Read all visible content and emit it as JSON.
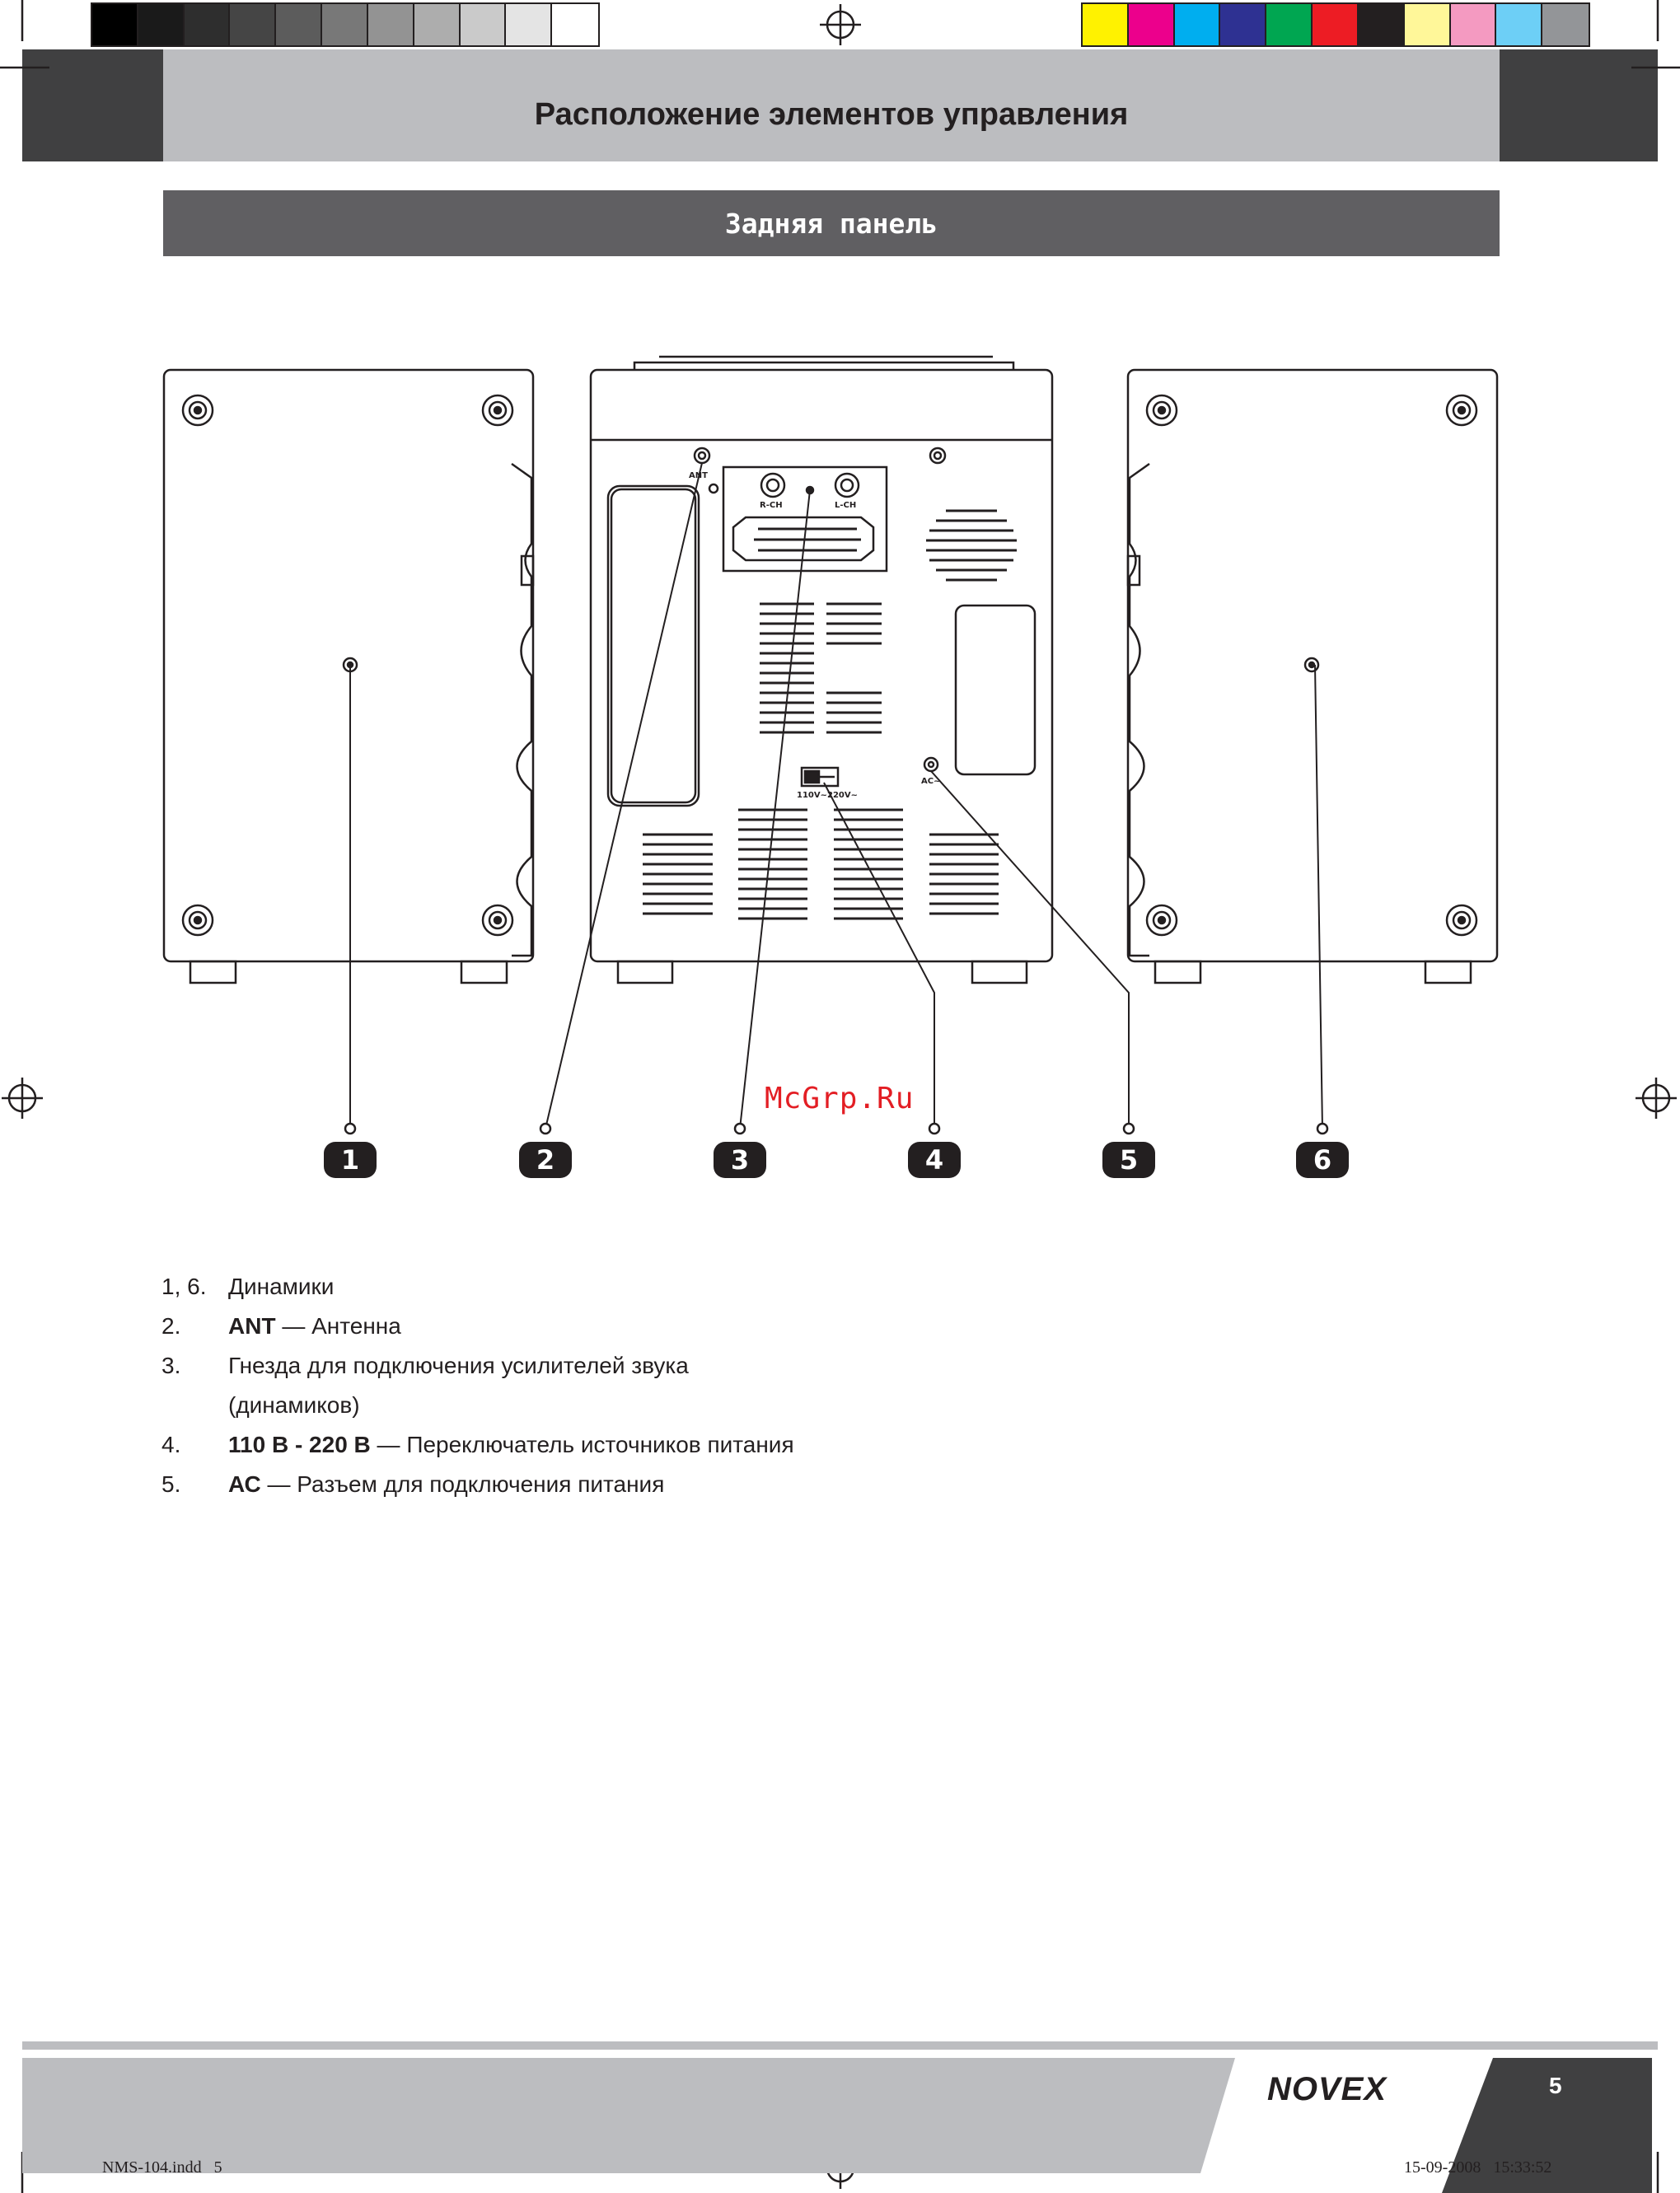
{
  "print_marks": {
    "gray_swatches": [
      "#000000",
      "#1a1a1a",
      "#2e2e2e",
      "#454545",
      "#5c5c5c",
      "#787878",
      "#939393",
      "#adadad",
      "#cacaca",
      "#e4e4e4",
      "#ffffff"
    ],
    "color_swatches": [
      "#fff200",
      "#ec008c",
      "#00aeef",
      "#2e3192",
      "#00a651",
      "#ed1c24",
      "#231f20",
      "#fff799",
      "#f49ac1",
      "#6dcff6",
      "#939598"
    ]
  },
  "header": {
    "title": "Расположение элементов управления"
  },
  "section": {
    "title": "Задняя панель"
  },
  "diagram": {
    "labels": {
      "ant": "ANT",
      "r_ch": "R-CH",
      "l_ch": "L-CH",
      "voltage": "110V~220V~",
      "ac": "AC~"
    },
    "callouts": [
      "1",
      "2",
      "3",
      "4",
      "5",
      "6"
    ]
  },
  "watermark": "McGrp.Ru",
  "legend": [
    {
      "num": "1, 6.",
      "key": "",
      "text": "Динамики"
    },
    {
      "num": "2.",
      "key": "ANT",
      "text": " — Антенна"
    },
    {
      "num": "3.",
      "key": "",
      "text": "Гнезда для подключения усилителей звука"
    },
    {
      "num": "",
      "key": "",
      "text": "(динамиков)"
    },
    {
      "num": "4.",
      "key": "110 В - 220 В",
      "text": " — Переключатель источников питания"
    },
    {
      "num": "5.",
      "key": "АС",
      "text": " — Разъем для подключения питания"
    }
  ],
  "footer": {
    "brand": "NOVEX",
    "page_number": "5",
    "slug_left": "NMS-104.indd   5",
    "slug_right": "15-09-2008   15:33:52"
  }
}
